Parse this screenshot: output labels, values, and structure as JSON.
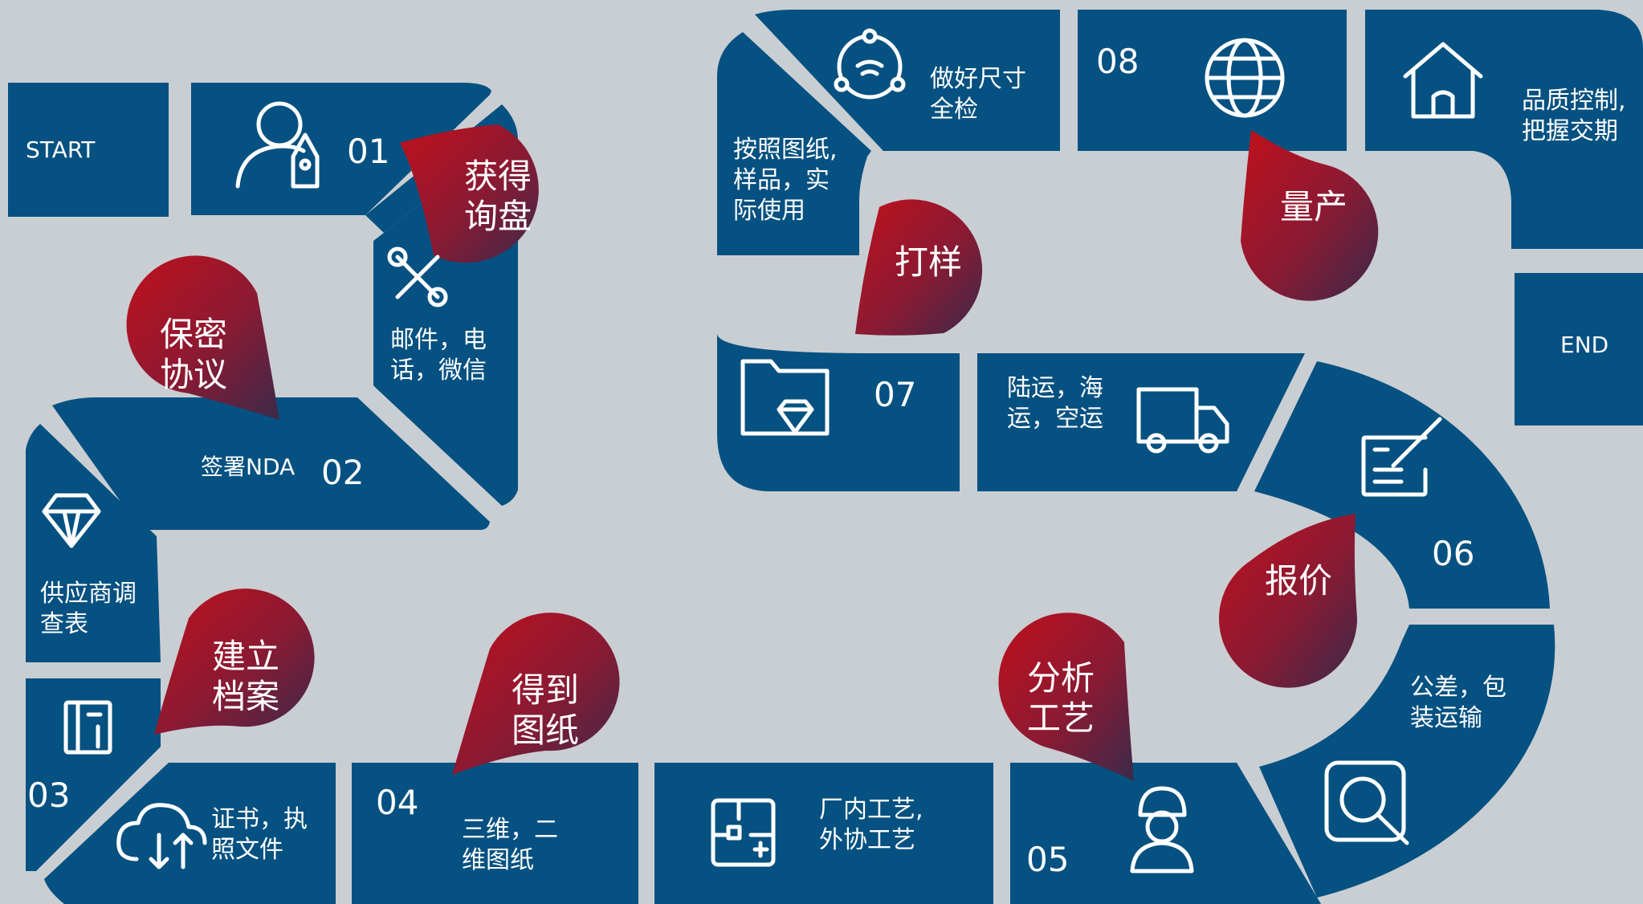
{
  "colors": {
    "background": "#c9ced3",
    "tile": "#055181",
    "bubble_red": "#c0101c",
    "bubble_navy": "#3a2a4a",
    "line": "#ffffff"
  },
  "start_label": "START",
  "end_label": "END",
  "steps": {
    "s01": {
      "number": "01",
      "tile_text": "",
      "bubble": [
        "获得",
        "询盘"
      ],
      "icon": "user-tag-icon"
    },
    "contact": {
      "tile_text": [
        "邮件，电",
        "话，微信"
      ],
      "icon": "tools-icon"
    },
    "s02": {
      "number": "02",
      "tile_text": "签署NDA",
      "bubble": [
        "保密",
        "协议"
      ]
    },
    "survey": {
      "tile_text": [
        "供应商调",
        "查表"
      ],
      "icon": "diamond-icon"
    },
    "s03": {
      "number": "03",
      "bubble": [
        "建立",
        "档案"
      ],
      "icon": "document-icon"
    },
    "certs": {
      "tile_text": [
        "证书，执",
        "照文件"
      ],
      "icon": "cloud-transfer-icon"
    },
    "s04": {
      "number": "04",
      "tile_text": [
        "三维，二",
        "维图纸"
      ],
      "bubble": [
        "得到",
        "图纸"
      ]
    },
    "process": {
      "tile_text": [
        "厂内工艺,",
        "外协工艺"
      ],
      "icon": "blueprint-icon"
    },
    "s05": {
      "number": "05",
      "bubble": [
        "分析",
        "工艺"
      ],
      "icon": "worker-icon"
    },
    "tolerance": {
      "tile_text": [
        "公差，包",
        "装运输"
      ],
      "icon": "search-icon"
    },
    "s06": {
      "number": "06",
      "bubble": [
        "报价"
      ],
      "icon": "edit-icon"
    },
    "shipping": {
      "tile_text": [
        "陆运，海",
        "运，空运"
      ],
      "icon": "truck-icon"
    },
    "s07": {
      "number": "07",
      "bubble": [
        "打样"
      ],
      "icon": "folder-diamond-icon"
    },
    "sampling": {
      "tile_text": [
        "按照图纸,",
        "样品，实",
        "际使用"
      ]
    },
    "inspect": {
      "tile_text": [
        "做好尺寸",
        "全检"
      ],
      "icon": "network-icon"
    },
    "s08": {
      "number": "08",
      "bubble": [
        "量产"
      ],
      "icon": "globe-icon"
    },
    "quality": {
      "tile_text": [
        "品质控制,",
        "把握交期"
      ],
      "icon": "home-icon"
    }
  }
}
